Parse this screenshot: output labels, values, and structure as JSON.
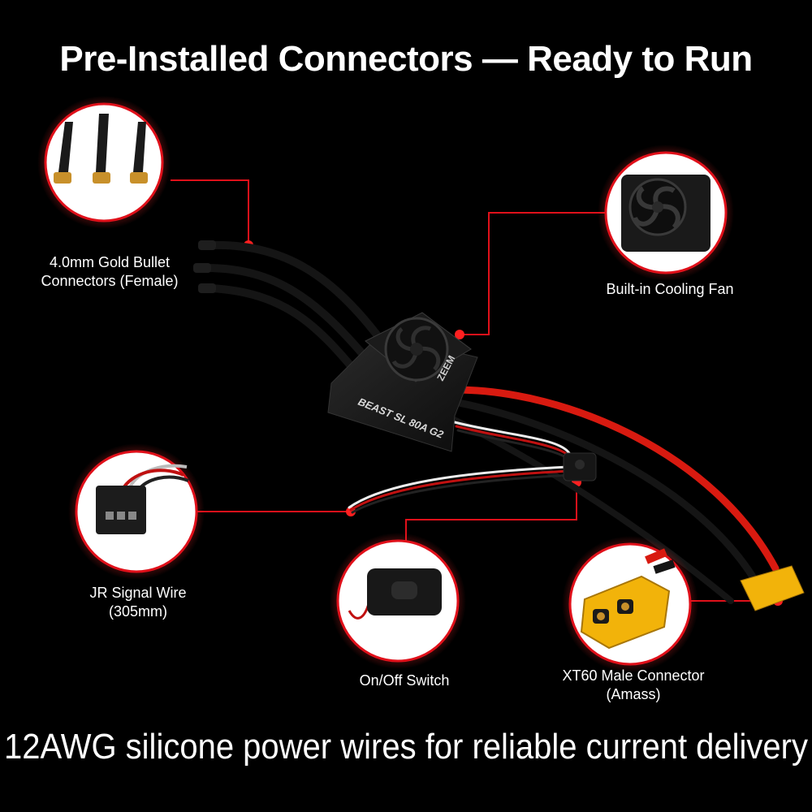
{
  "headline": "Pre-Installed Connectors — Ready to Run",
  "footer": "12AWG silicone power wires for reliable current delivery",
  "product": {
    "brand_mark": "ZEEM",
    "model_print": "BEAST SL 80A G2"
  },
  "callouts": {
    "bullet": {
      "line1": "4.0mm Gold Bullet",
      "line2": "Connectors (Female)"
    },
    "fan": {
      "line1": "Built-in Cooling Fan"
    },
    "signal": {
      "line1": "JR Signal Wire",
      "line2": "(305mm)"
    },
    "switch": {
      "line1": "On/Off Switch"
    },
    "xt60": {
      "line1": "XT60 Male Connector",
      "line2": "(Amass)"
    }
  },
  "colors": {
    "accent_red": "#e0101a",
    "glow_red": "#ff2a2a",
    "wire_red": "#d81a10",
    "connector_yellow": "#f2b30a",
    "gold": "#c8902a"
  }
}
